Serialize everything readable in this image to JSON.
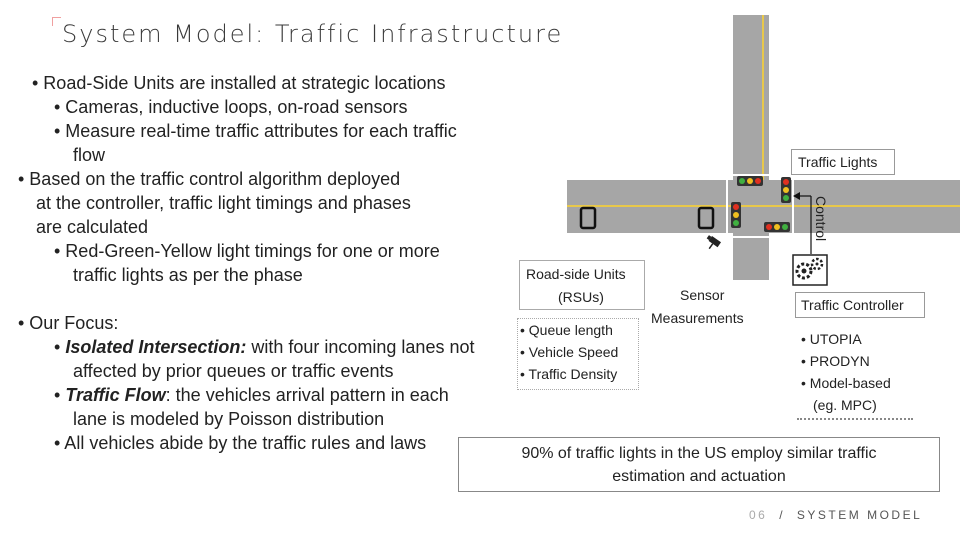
{
  "slide": {
    "title": "System Model: Traffic Infrastructure",
    "bullets": {
      "b1": "• Road-Side Units are installed at strategic locations",
      "b1a": "• Cameras, inductive loops, on-road sensors",
      "b1b": "• Measure real-time traffic attributes for each traffic",
      "b1b2": "flow",
      "b2": "• Based on the traffic control algorithm deployed",
      "b2b": "at the controller, traffic light timings and phases",
      "b2c": "are calculated",
      "b2a": "• Red-Green-Yellow light timings for one or more",
      "b2a2": "traffic lights as per the phase",
      "b3": "• Our Focus:",
      "b3a_em": "Isolated Intersection:",
      "b3a_rest": " with four incoming lanes not",
      "b3a2": "affected by prior queues or traffic events",
      "b3b_em": "Traffic Flow",
      "b3b_rest": ": the vehicles arrival pattern in each",
      "b3b2": "lane is modeled by Poisson distribution",
      "b3c": "• All vehicles abide by the traffic rules and laws"
    },
    "diagram": {
      "traffic_lights": "Traffic Lights",
      "control": "Control",
      "rsu_line1": "Road-side Units",
      "rsu_line2": "(RSUs)",
      "sensor_line1": "Sensor",
      "sensor_line2": "Measurements",
      "traffic_controller": "Traffic Controller",
      "rsu_metrics": [
        "• Queue length",
        "• Vehicle Speed",
        "• Traffic Density"
      ],
      "controller_algos": [
        "• UTOPIA",
        "• PRODYN",
        "• Model-based",
        "(eg. MPC)"
      ]
    },
    "callout": {
      "line1": "90% of traffic lights in the US employ similar traffic",
      "line2": "estimation and actuation"
    },
    "footer": {
      "page": "06",
      "sep": "/",
      "section": "SYSTEM MODEL"
    },
    "colors": {
      "road": "#a6a6a6",
      "lane_line": "#e8c84a",
      "light_red": "#e03020",
      "light_yellow": "#f0c020",
      "light_green": "#40b040"
    }
  }
}
